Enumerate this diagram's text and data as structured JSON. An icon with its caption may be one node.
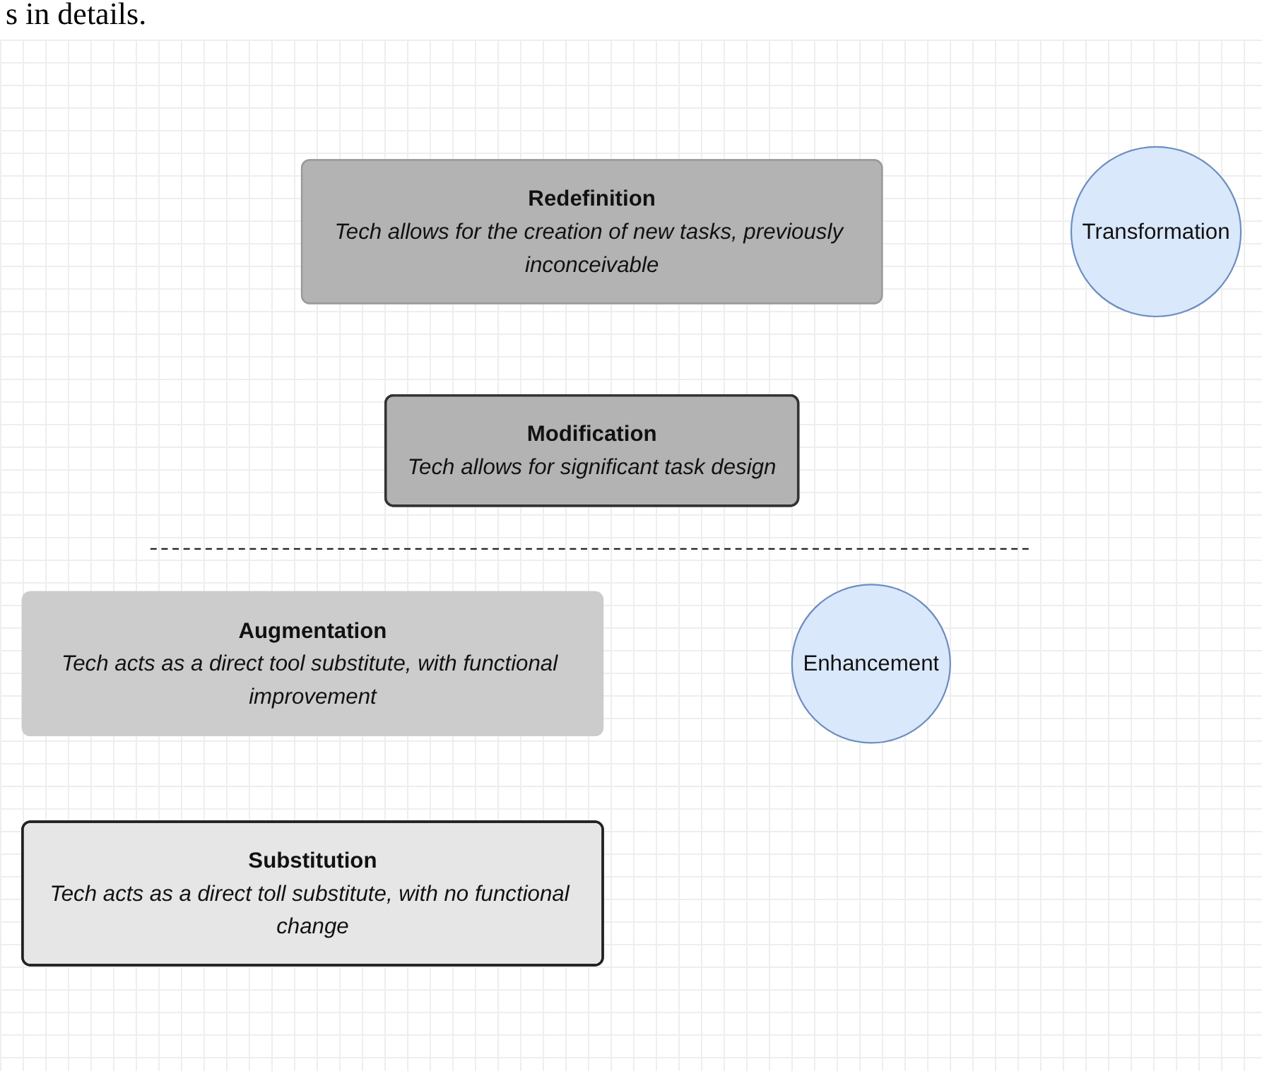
{
  "diagram": {
    "nodes": [
      {
        "text": [
          "Redefinition",
          "Tech allows for the creation of new tasks, previously inconceivable"
        ]
      },
      {
        "text": [
          "Transformation"
        ]
      },
      {
        "text": [
          "Modification",
          "Tech allows for significant task design"
        ]
      },
      {
        "text": [
          "Augmentation",
          "Tech acts as a direct tool substitute, with functional improvement"
        ]
      },
      {
        "text": [
          "Enhancement"
        ]
      },
      {
        "text": [
          "Substitution",
          "Tech acts as a direct toll substitute, with no functional change"
        ]
      }
    ],
    "edges": [],
    "labels": [
      "s in details."
    ]
  }
}
